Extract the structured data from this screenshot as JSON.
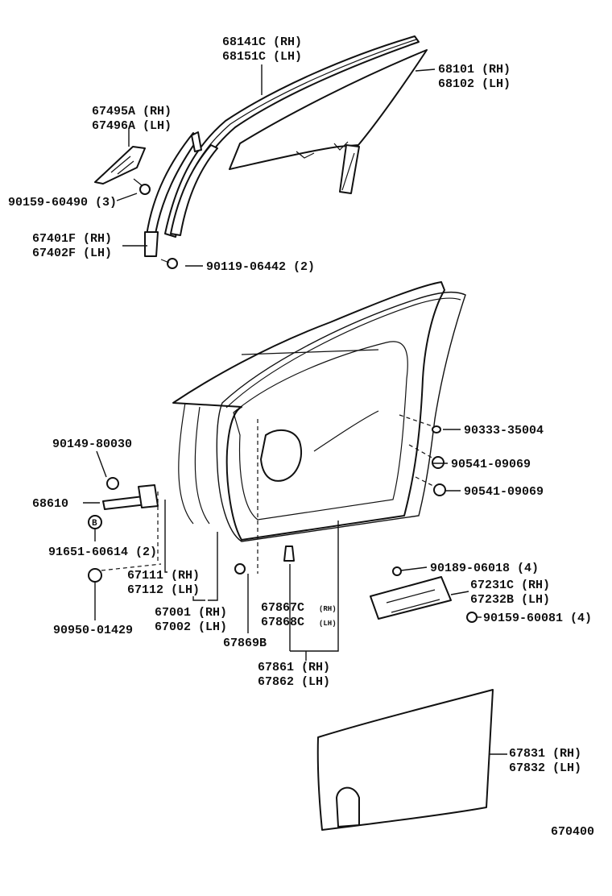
{
  "labels": {
    "run_channel_outer": [
      "68141C (RH)",
      "68151C (LH)"
    ],
    "door_glass": [
      "68101 (RH)",
      "68102 (LH)"
    ],
    "cover_panel": [
      "67495A (RH)",
      "67496A (LH)"
    ],
    "screw_a": "90159-60490 (3)",
    "sash": [
      "67401F (RH)",
      "67402F (LH)"
    ],
    "bolt_a": "90119-06442 (2)",
    "clip_a": "90333-35004",
    "plug_a": "90541-09069",
    "plug_b": "90541-09069",
    "bolt_b": "90149-80030",
    "check": "68610",
    "bolt_c": "91651-60614 (2)",
    "bumper": "90950-01429",
    "frame_rear": [
      "67111 (RH)",
      "67112 (LH)"
    ],
    "door_panel": [
      "67001 (RH)",
      "67002 (LH)"
    ],
    "clip_b": "67869B",
    "weatherstrip_clip": [
      "67867C",
      "67868C"
    ],
    "weatherstrip_clip_side": [
      "(RH)",
      "(LH)"
    ],
    "weatherstrip": [
      "67861 (RH)",
      "67862 (LH)"
    ],
    "screw_b": "90189-06018 (4)",
    "bracket": [
      "67231C (RH)",
      "67232B (LH)"
    ],
    "screw_c": "90159-60081 (4)",
    "trim_board": [
      "67831 (RH)",
      "67832 (LH)"
    ],
    "callout_b": "B",
    "figure_number": "670400"
  }
}
